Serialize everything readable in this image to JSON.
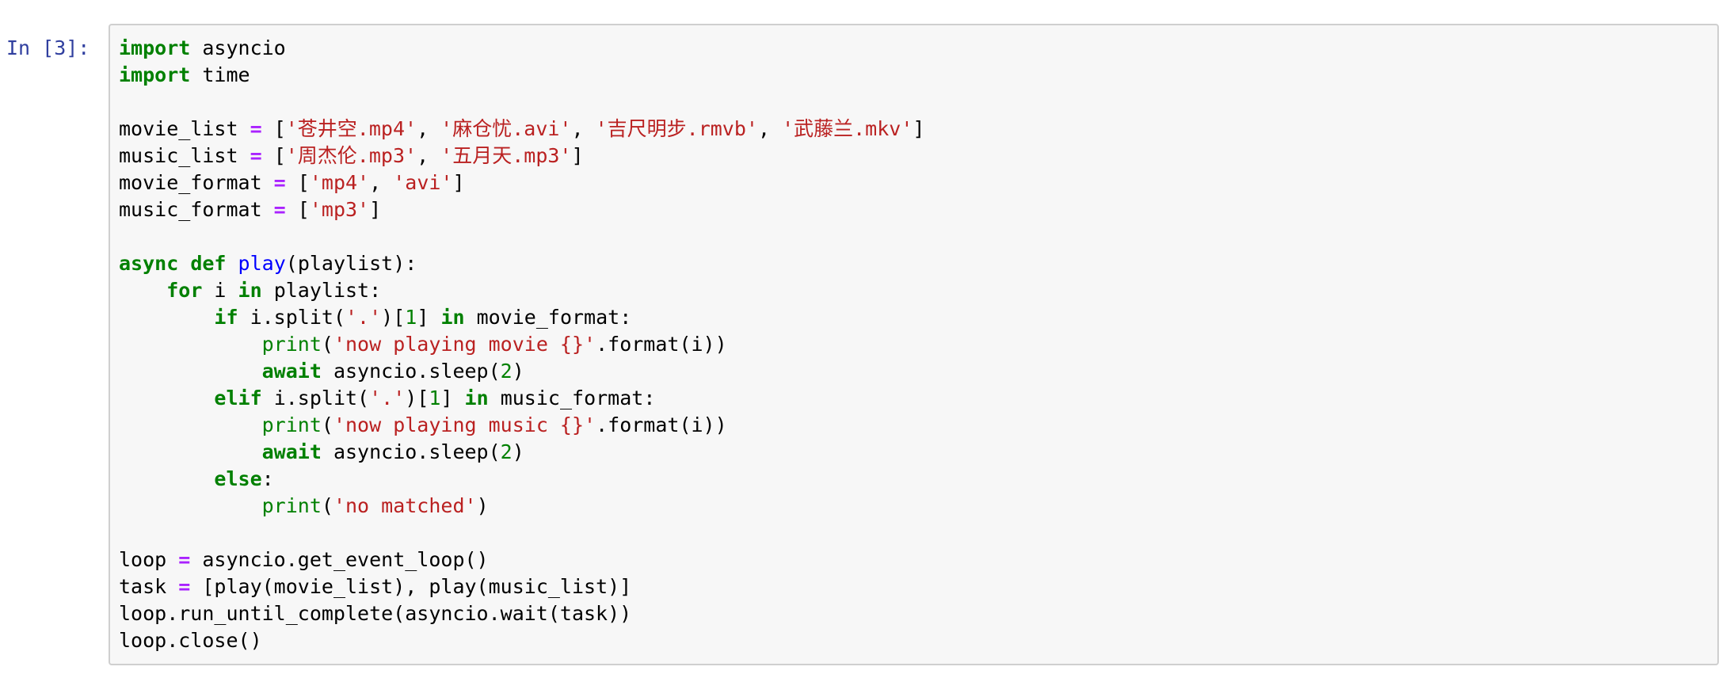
{
  "cell": {
    "prompt": "In [3]:",
    "lines": [
      [
        {
          "t": "kw",
          "v": "import"
        },
        {
          "t": "plain",
          "v": " asyncio"
        }
      ],
      [
        {
          "t": "kw",
          "v": "import"
        },
        {
          "t": "plain",
          "v": " time"
        }
      ],
      [],
      [
        {
          "t": "plain",
          "v": "movie_list "
        },
        {
          "t": "op",
          "v": "="
        },
        {
          "t": "plain",
          "v": " ["
        },
        {
          "t": "str",
          "v": "'苍井空.mp4'"
        },
        {
          "t": "plain",
          "v": ", "
        },
        {
          "t": "str",
          "v": "'麻仓忧.avi'"
        },
        {
          "t": "plain",
          "v": ", "
        },
        {
          "t": "str",
          "v": "'吉尺明步.rmvb'"
        },
        {
          "t": "plain",
          "v": ", "
        },
        {
          "t": "str",
          "v": "'武藤兰.mkv'"
        },
        {
          "t": "plain",
          "v": "]"
        }
      ],
      [
        {
          "t": "plain",
          "v": "music_list "
        },
        {
          "t": "op",
          "v": "="
        },
        {
          "t": "plain",
          "v": " ["
        },
        {
          "t": "str",
          "v": "'周杰伦.mp3'"
        },
        {
          "t": "plain",
          "v": ", "
        },
        {
          "t": "str",
          "v": "'五月天.mp3'"
        },
        {
          "t": "plain",
          "v": "]"
        }
      ],
      [
        {
          "t": "plain",
          "v": "movie_format "
        },
        {
          "t": "op",
          "v": "="
        },
        {
          "t": "plain",
          "v": " ["
        },
        {
          "t": "str",
          "v": "'mp4'"
        },
        {
          "t": "plain",
          "v": ", "
        },
        {
          "t": "str",
          "v": "'avi'"
        },
        {
          "t": "plain",
          "v": "]"
        }
      ],
      [
        {
          "t": "plain",
          "v": "music_format "
        },
        {
          "t": "op",
          "v": "="
        },
        {
          "t": "plain",
          "v": " ["
        },
        {
          "t": "str",
          "v": "'mp3'"
        },
        {
          "t": "plain",
          "v": "]"
        }
      ],
      [],
      [
        {
          "t": "kw",
          "v": "async"
        },
        {
          "t": "plain",
          "v": " "
        },
        {
          "t": "kw",
          "v": "def"
        },
        {
          "t": "plain",
          "v": " "
        },
        {
          "t": "fn",
          "v": "play"
        },
        {
          "t": "plain",
          "v": "(playlist):"
        }
      ],
      [
        {
          "t": "plain",
          "v": "    "
        },
        {
          "t": "kw",
          "v": "for"
        },
        {
          "t": "plain",
          "v": " i "
        },
        {
          "t": "kw",
          "v": "in"
        },
        {
          "t": "plain",
          "v": " playlist:"
        }
      ],
      [
        {
          "t": "plain",
          "v": "        "
        },
        {
          "t": "kw",
          "v": "if"
        },
        {
          "t": "plain",
          "v": " i.split("
        },
        {
          "t": "str",
          "v": "'.'"
        },
        {
          "t": "plain",
          "v": ")["
        },
        {
          "t": "num",
          "v": "1"
        },
        {
          "t": "plain",
          "v": "] "
        },
        {
          "t": "kw",
          "v": "in"
        },
        {
          "t": "plain",
          "v": " movie_format:"
        }
      ],
      [
        {
          "t": "plain",
          "v": "            "
        },
        {
          "t": "builtin",
          "v": "print"
        },
        {
          "t": "plain",
          "v": "("
        },
        {
          "t": "str",
          "v": "'now playing movie {}'"
        },
        {
          "t": "plain",
          "v": ".format(i))"
        }
      ],
      [
        {
          "t": "plain",
          "v": "            "
        },
        {
          "t": "kw",
          "v": "await"
        },
        {
          "t": "plain",
          "v": " asyncio.sleep("
        },
        {
          "t": "num",
          "v": "2"
        },
        {
          "t": "plain",
          "v": ")"
        }
      ],
      [
        {
          "t": "plain",
          "v": "        "
        },
        {
          "t": "kw",
          "v": "elif"
        },
        {
          "t": "plain",
          "v": " i.split("
        },
        {
          "t": "str",
          "v": "'.'"
        },
        {
          "t": "plain",
          "v": ")["
        },
        {
          "t": "num",
          "v": "1"
        },
        {
          "t": "plain",
          "v": "] "
        },
        {
          "t": "kw",
          "v": "in"
        },
        {
          "t": "plain",
          "v": " music_format:"
        }
      ],
      [
        {
          "t": "plain",
          "v": "            "
        },
        {
          "t": "builtin",
          "v": "print"
        },
        {
          "t": "plain",
          "v": "("
        },
        {
          "t": "str",
          "v": "'now playing music {}'"
        },
        {
          "t": "plain",
          "v": ".format(i))"
        }
      ],
      [
        {
          "t": "plain",
          "v": "            "
        },
        {
          "t": "kw",
          "v": "await"
        },
        {
          "t": "plain",
          "v": " asyncio.sleep("
        },
        {
          "t": "num",
          "v": "2"
        },
        {
          "t": "plain",
          "v": ")"
        }
      ],
      [
        {
          "t": "plain",
          "v": "        "
        },
        {
          "t": "kw",
          "v": "else"
        },
        {
          "t": "plain",
          "v": ":"
        }
      ],
      [
        {
          "t": "plain",
          "v": "            "
        },
        {
          "t": "builtin",
          "v": "print"
        },
        {
          "t": "plain",
          "v": "("
        },
        {
          "t": "str",
          "v": "'no matched'"
        },
        {
          "t": "plain",
          "v": ")"
        }
      ],
      [],
      [
        {
          "t": "plain",
          "v": "loop "
        },
        {
          "t": "op",
          "v": "="
        },
        {
          "t": "plain",
          "v": " asyncio.get_event_loop()"
        }
      ],
      [
        {
          "t": "plain",
          "v": "task "
        },
        {
          "t": "op",
          "v": "="
        },
        {
          "t": "plain",
          "v": " [play(movie_list), play(music_list)]"
        }
      ],
      [
        {
          "t": "plain",
          "v": "loop.run_until_complete(asyncio.wait(task))"
        }
      ],
      [
        {
          "t": "plain",
          "v": "loop.close()"
        }
      ]
    ]
  },
  "colors": {
    "prompt": "#303f9f",
    "keyword": "#008000",
    "operator": "#aa22ff",
    "string": "#ba2121",
    "number": "#008000",
    "function_name": "#0000ff",
    "cell_background": "#f7f7f7",
    "cell_border": "#cfcfcf"
  }
}
